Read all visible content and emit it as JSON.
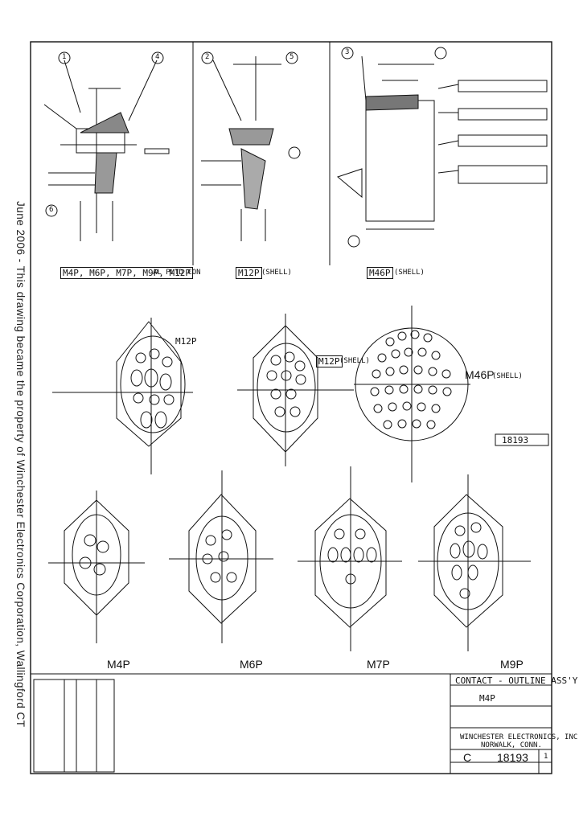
{
  "side_note": "June 2006 - This drawing became the property of Winchester Electronics Corporation, Wallingford CT",
  "views": {
    "top_left": "M4P, M6P, M7P, M9P, M12P",
    "top_left_note": "AL PLTD CON",
    "top_mid": "M12P",
    "top_mid_note": "(SHELL)",
    "top_right": "M46P",
    "top_right_note": "(SHELL)",
    "mid_left": "M12P",
    "mid_mid": "M12P",
    "mid_mid_note": "(SHELL)",
    "mid_right": "M46P",
    "mid_right_note": "(SHELL)",
    "bot_1": "M4P",
    "bot_2": "M6P",
    "bot_3": "M7P",
    "bot_4": "M9P"
  },
  "callouts": {
    "c1": "1",
    "c2": "2",
    "c3": "3",
    "c4": "4",
    "c5": "5",
    "c6": "6"
  },
  "side_ref": "18193",
  "title_block": {
    "title": "CONTACT - OUTLINE ASS'Y",
    "series": "M4P",
    "company": "WINCHESTER ELECTRONICS, INC.",
    "city": "NORWALK, CONN.",
    "size": "C",
    "dwg_no": "18193",
    "sheet": "1"
  }
}
